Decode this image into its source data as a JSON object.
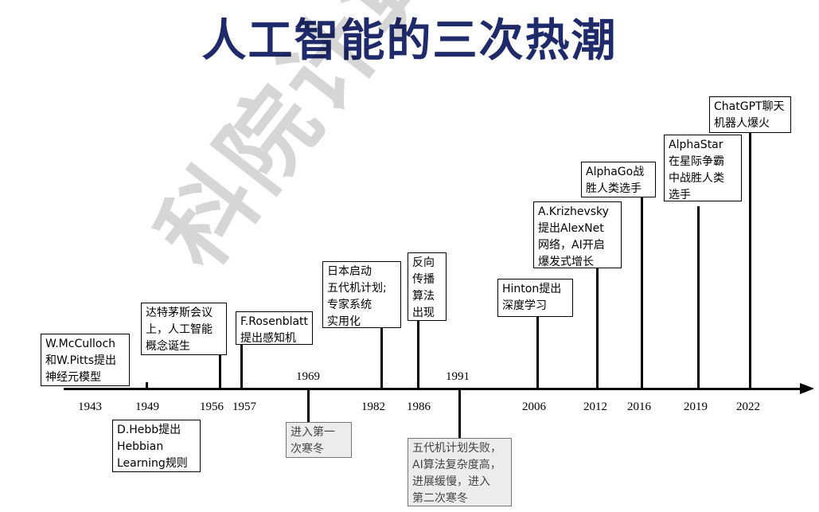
{
  "title": "人工智能的三次热潮",
  "watermark": "科院计算技术研究所",
  "years": {
    "y1943": "1943",
    "y1949": "1949",
    "y1956": "1956",
    "y1957": "1957",
    "y1969": "1969",
    "y1982": "1982",
    "y1986": "1986",
    "y1991": "1991",
    "y2006": "2006",
    "y2012": "2012",
    "y2016": "2016",
    "y2019": "2019",
    "y2022": "2022"
  },
  "events": {
    "e1943": "W.McCulloch\n和W.Pitts提出\n神经元模型",
    "e1949": "D.Hebb提出\nHebbian\nLearning规则",
    "e1956": "达特茅斯会议\n上，人工智能\n概念诞生",
    "e1957": "F.Rosenblatt\n提出感知机",
    "e1969": "进入第一\n次寒冬",
    "e1982": "日本启动\n五代机计划;\n专家系统\n实用化",
    "e1986": "反向\n传播\n算法\n出现",
    "e1991": "五代机计划失败，\nAI算法复杂度高，\n进展缓慢，进入\n第二次寒冬",
    "e2006": "Hinton提出\n深度学习",
    "e2012": "A.Krizhevsky\n提出AlexNet\n网络，AI开启\n爆发式增长",
    "e2016": "AlphaGo战\n胜人类选手",
    "e2019": "AlphaStar\n在星际争霸\n中战胜人类\n选手",
    "e2022": "ChatGPT聊天\n机器人爆火"
  }
}
